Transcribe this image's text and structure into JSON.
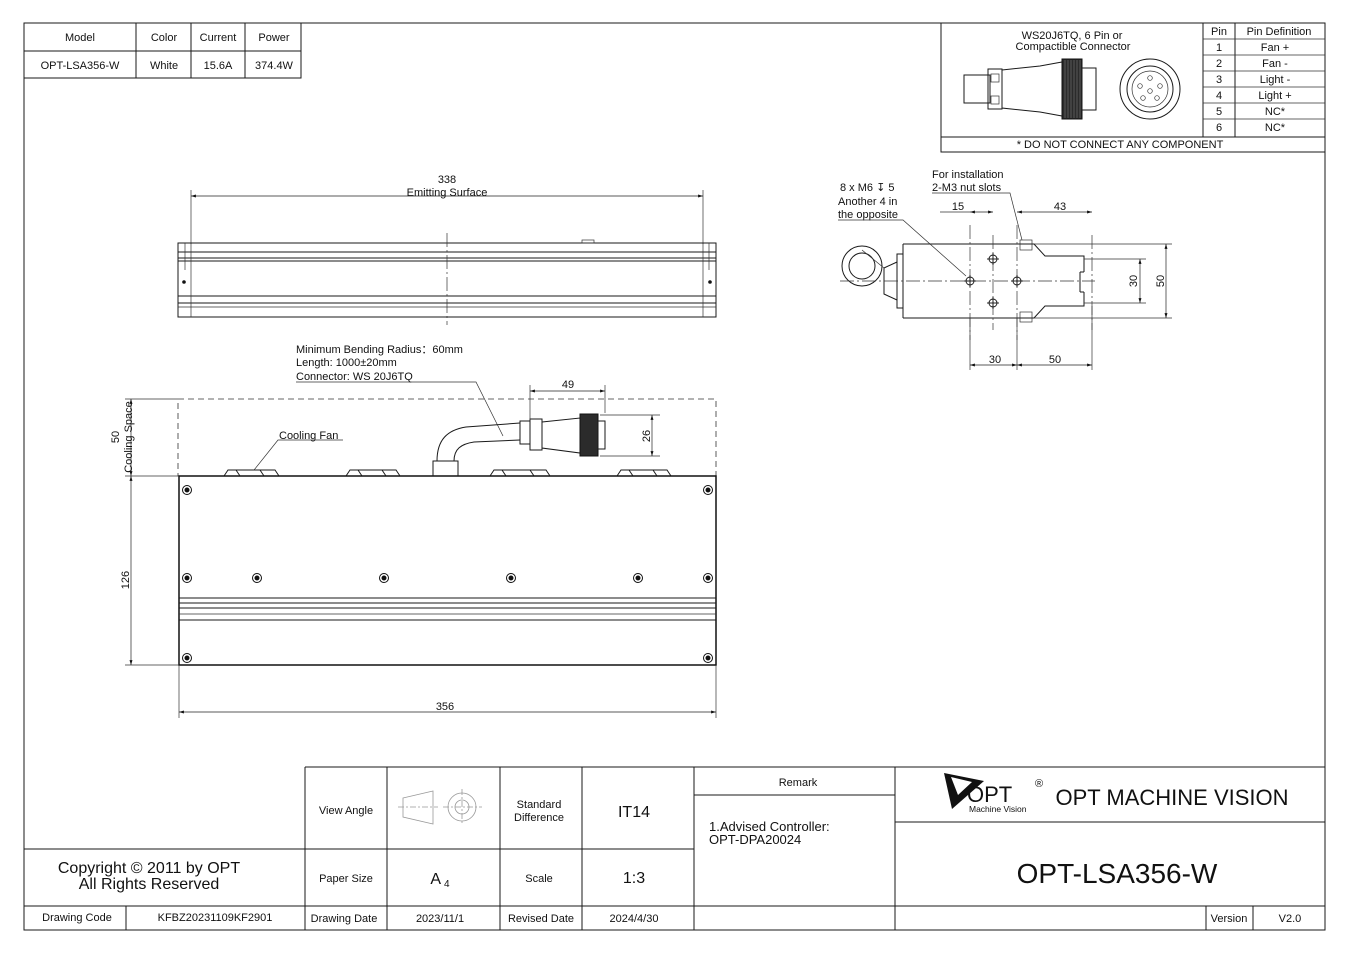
{
  "spec_table": {
    "headers": [
      "Model",
      "Color",
      "Current",
      "Power"
    ],
    "row": [
      "OPT-LSA356-W",
      "White",
      "15.6A",
      "374.4W"
    ]
  },
  "connector": {
    "title_line1": "WS20J6TQ,  6 Pin or",
    "title_line2": "Compactible Connector",
    "note": "* DO NOT CONNECT ANY COMPONENT",
    "pin_headers": [
      "Pin",
      "Pin Definition"
    ],
    "pins": [
      {
        "pin": "1",
        "def": "Fan +"
      },
      {
        "pin": "2",
        "def": "Fan -"
      },
      {
        "pin": "3",
        "def": "Light -"
      },
      {
        "pin": "4",
        "def": "Light +"
      },
      {
        "pin": "5",
        "def": "NC*"
      },
      {
        "pin": "6",
        "def": "NC*"
      }
    ]
  },
  "front_view": {
    "emitting_value": "338",
    "emitting_label": "Emitting Surface"
  },
  "top_view": {
    "cable_line1": "Minimum Bending Radius：60mm",
    "cable_line2": "Length: 1000±20mm",
    "cable_line3": "Connector: WS 20J6TQ",
    "cooling_fan": "Cooling Fan",
    "cooling_space_value": "50",
    "cooling_space_label": "Cooling Space",
    "dim_49": "49",
    "dim_26": "26",
    "dim_126": "126",
    "dim_356": "356"
  },
  "side_view": {
    "install_line1": "For installation",
    "install_line2": "2-M3 nut slots",
    "holes_line1": "8 x M6 ↧ 5",
    "holes_line2": "Another 4 in",
    "holes_line3": "the opposite",
    "dim_15": "15",
    "dim_43": "43",
    "dim_30v": "30",
    "dim_50v": "50",
    "dim_30h": "30",
    "dim_50h": "50"
  },
  "title_block": {
    "view_angle": "View Angle",
    "standard_difference_1": "Standard",
    "standard_difference_2": "Difference",
    "tolerance": "IT14",
    "remark_label": "Remark",
    "remark_line1": "1.Advised Controller:",
    "remark_line2": "OPT-DPA20024",
    "copyright_1": "Copyright © 2011 by OPT",
    "copyright_2": "All Rights Reserved",
    "paper_size_label": "Paper Size",
    "paper_size_main": "A",
    "paper_size_sub": "4",
    "scale_label": "Scale",
    "scale_value": "1:3",
    "drawing_code_label": "Drawing Code",
    "drawing_code_value": "KFBZ20231109KF2901",
    "drawing_date_label": "Drawing Date",
    "drawing_date_value": "2023/11/1",
    "revised_date_label": "Revised Date",
    "revised_date_value": "2024/4/30",
    "logo_text": "OPT",
    "logo_reg": "®",
    "logo_sub": "Machine Vision",
    "company": "OPT MACHINE VISION",
    "model": "OPT-LSA356-W",
    "version_label": "Version",
    "version_value": "V2.0"
  }
}
